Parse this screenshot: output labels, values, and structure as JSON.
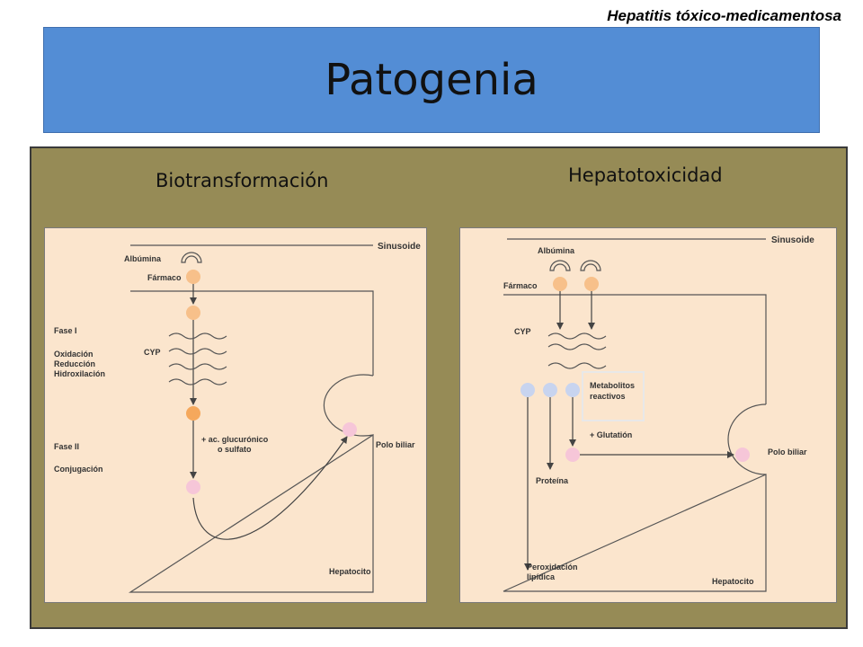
{
  "header": {
    "subtitle": "Hepatitis tóxico-medicamentosa",
    "title": "Patogenia"
  },
  "left": {
    "heading": "Biotransformación",
    "sinusoide": "Sinusoide",
    "albumina": "Albúmina",
    "farmaco": "Fármaco",
    "fase1": "Fase I",
    "oxidacion": "Oxidación",
    "reduccion": "Reducción",
    "hidroxilacion": "Hidroxilación",
    "cyp": "CYP",
    "fase2": "Fase II",
    "conjugacion": "Conjugación",
    "glucuronico": "+ ac. glucurónico",
    "sulfato": "o sulfato",
    "polo_biliar": "Polo biliar",
    "hepatocito": "Hepatocito"
  },
  "right": {
    "heading": "Hepatotoxicidad",
    "sinusoide": "Sinusoide",
    "albumina": "Albúmina",
    "farmaco": "Fármaco",
    "cyp": "CYP",
    "metabolitos": "Metabolitos",
    "reactivos": "reactivos",
    "glutation": "+ Glutatión",
    "proteina": "Proteína",
    "polo_biliar": "Polo biliar",
    "peroxidacion": "Peroxidación",
    "lipidica": "lipídica",
    "hepatocito": "Hepatocito"
  },
  "colors": {
    "title_bg": "#538dd5",
    "panel_bg": "#968b56",
    "diagram_bg": "#fbe5cd",
    "drug_circle": "#f7c08a",
    "active_circle": "#f5a85c",
    "conjugate_circle": "#f6c6d8",
    "metabolite_circle": "#c8d4ef"
  }
}
